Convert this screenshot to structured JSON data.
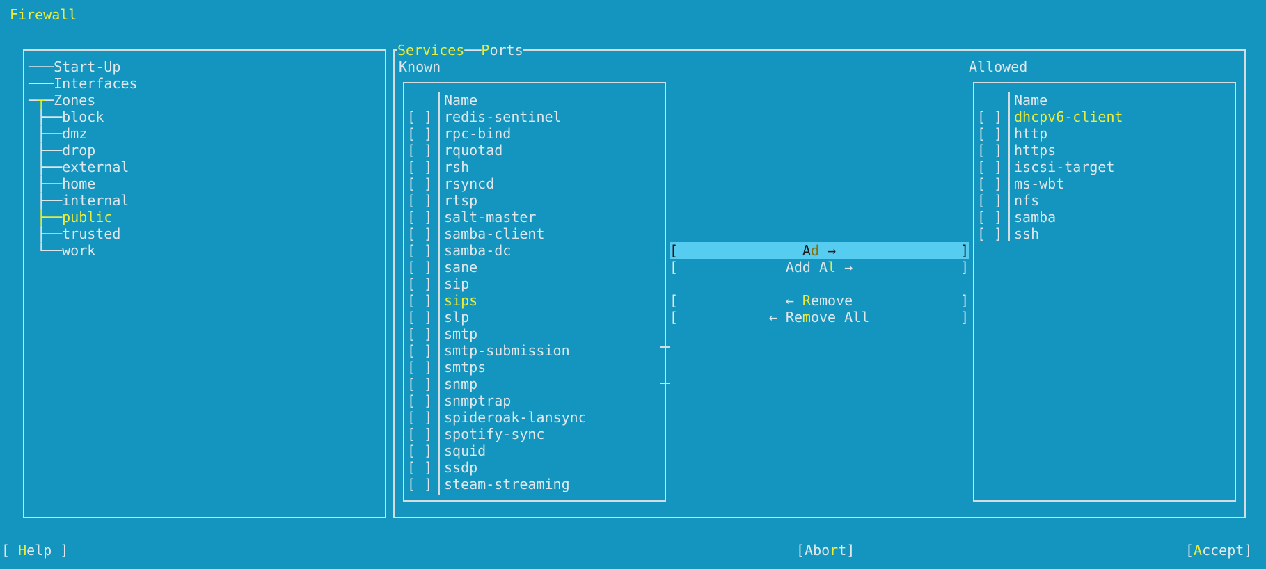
{
  "window": {
    "title": "Firewall"
  },
  "tree": {
    "items": [
      {
        "label": "Start-Up"
      },
      {
        "label": "Interfaces"
      },
      {
        "label": "Zones"
      }
    ],
    "zones": [
      "block",
      "dmz",
      "drop",
      "external",
      "home",
      "internal",
      "public",
      "trusted",
      "work"
    ],
    "selected_zone": "public"
  },
  "tabs": {
    "services": "Services",
    "ports": "Ports",
    "active": "Services"
  },
  "known": {
    "title": "Known",
    "column_header": "Name",
    "checkbox": "[ ]",
    "items": [
      "redis-sentinel",
      "rpc-bind",
      "rquotad",
      "rsh",
      "rsyncd",
      "rtsp",
      "salt-master",
      "samba-client",
      "samba-dc",
      "sane",
      "sip",
      "sips",
      "slp",
      "smtp",
      "smtp-submission",
      "smtps",
      "snmp",
      "snmptrap",
      "spideroak-lansync",
      "spotify-sync",
      "squid",
      "ssdp",
      "steam-streaming"
    ],
    "highlighted": "sips"
  },
  "allowed": {
    "title": "Allowed",
    "column_header": "Name",
    "checkbox": "[ ]",
    "items": [
      "dhcpv6-client",
      "http",
      "https",
      "iscsi-target",
      "ms-wbt",
      "nfs",
      "samba",
      "ssh"
    ],
    "highlighted": "dhcpv6-client"
  },
  "actions": {
    "add": {
      "pre": "A",
      "hot": "d",
      "post": "d →"
    },
    "add_all": {
      "pre": "Add A",
      "hot": "l",
      "post": "l →"
    },
    "remove": {
      "pre": "← ",
      "hot": "R",
      "post": "emove"
    },
    "remove_all": {
      "pre": "← Re",
      "hot": "m",
      "post": "ove All"
    },
    "bracket_left": "[",
    "bracket_right": "]"
  },
  "footer": {
    "help": {
      "pre": "[ ",
      "hot": "H",
      "post": "elp ]"
    },
    "abort": {
      "pre": "[Abo",
      "hot": "r",
      "post": "t]"
    },
    "accept": {
      "pre": "[",
      "hot": "A",
      "post": "ccept]"
    }
  },
  "colors": {
    "background": "#1395bf",
    "text": "#e0e6ea",
    "hotkey": "#ecec3a",
    "focus": "#56cdf0"
  }
}
